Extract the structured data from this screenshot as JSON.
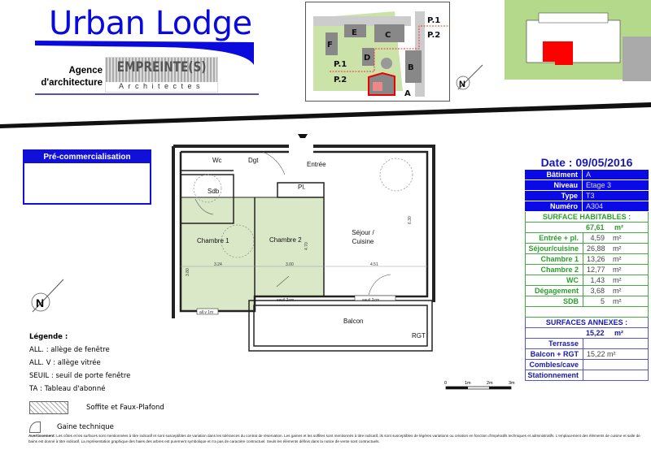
{
  "header": {
    "title": "Urban Lodge",
    "agency_label_1": "Agence",
    "agency_label_2": "d'architecture",
    "logo_text_1": "EMPREINTE(S)",
    "logo_text_2": "Architectes"
  },
  "site_plan": {
    "buildings": [
      "A",
      "B",
      "C",
      "D",
      "E",
      "F"
    ],
    "zones": [
      "P.1",
      "P.2",
      "P.1",
      "P.2"
    ]
  },
  "precommercialisation": {
    "title": "Pré-commercialisation"
  },
  "plan": {
    "rooms": {
      "wc": "Wc",
      "dgt": "Dgt",
      "entree": "Entrée",
      "sdb": "Sdb",
      "pl": "Pl.",
      "chambre1": "Chambre 1",
      "chambre2": "Chambre 2",
      "sejour1": "Séjour /",
      "sejour2": "Cuisine",
      "balcon": "Balcon",
      "rgt": "RGT"
    },
    "notes": {
      "seuil1": "seuil 2cm",
      "seuil2": "seuil 2cm",
      "allv": "all.v 1m"
    },
    "dims": {
      "d1": "3.24",
      "d2": "3.00",
      "d3": "4.51",
      "d4": "6.30",
      "d5": "4.70",
      "d6": "3.80"
    }
  },
  "summary": {
    "date": "Date : 09/05/2016",
    "info": [
      {
        "k": "Bâtiment",
        "v": "A"
      },
      {
        "k": "Niveau",
        "v": "Etage 3"
      },
      {
        "k": "Type",
        "v": "T3"
      },
      {
        "k": "Numéro",
        "v": "A304"
      }
    ],
    "hab_title": "SURFACE HABITABLES :",
    "hab_total": "67,61",
    "unit": "m²",
    "hab": [
      {
        "k": "Entrée + pl.",
        "v": "4,59"
      },
      {
        "k": "Séjour/cuisine",
        "v": "26,88"
      },
      {
        "k": "Chambre 1",
        "v": "13,26"
      },
      {
        "k": "Chambre 2",
        "v": "12,77"
      },
      {
        "k": "WC",
        "v": "1,43"
      },
      {
        "k": "Dégagement",
        "v": "3,68"
      },
      {
        "k": "SDB",
        "v": "5"
      }
    ],
    "ann_title": "SURFACES ANNEXES :",
    "ann_total": "15,22",
    "ann": [
      {
        "k": "Terrasse",
        "v": ""
      },
      {
        "k": "Balcon + RGT",
        "v": "15,22 m²"
      },
      {
        "k": "Combles/cave",
        "v": ""
      },
      {
        "k": "Stationnement",
        "v": ""
      }
    ]
  },
  "scale": {
    "labels": [
      "0",
      "1m",
      "2m",
      "3m"
    ]
  },
  "legend": {
    "title": "Légende :",
    "items": [
      "ALL. : allège de fenêtre",
      "ALL. V : allège vitrée",
      "SEUIL : seuil de porte fenêtre",
      "TA : Tableau d'abonné"
    ],
    "soffite": "Soffite et Faux-Plafond",
    "gaine": "Gaine technique"
  },
  "disclaimer": {
    "bold": "Avertissement:",
    "text": " Les côtes et les surfaces sont mentionnées à titre indicatif et sont susceptibles de variation dans les tolérances du contrat de réservation. Les gaines et les soffites sont mentionnés à titre indicatif, ils sont susceptibles de légères variations ou création en fonction d'impératifs techniques et administratifs. L'emplacement des éléments de cuisine et salle de bains est donné à titre indicatif. La représentation graphique des haies des arbres est purement symbolique et n'a pas de caractère contractuel. Seuls les éléments définis dans la notice de vente sont contractuels."
  },
  "colors": {
    "brand_blue": "#0a0adc",
    "green_rooms": "#dbe8c8",
    "highlight_red": "#ff0000"
  }
}
